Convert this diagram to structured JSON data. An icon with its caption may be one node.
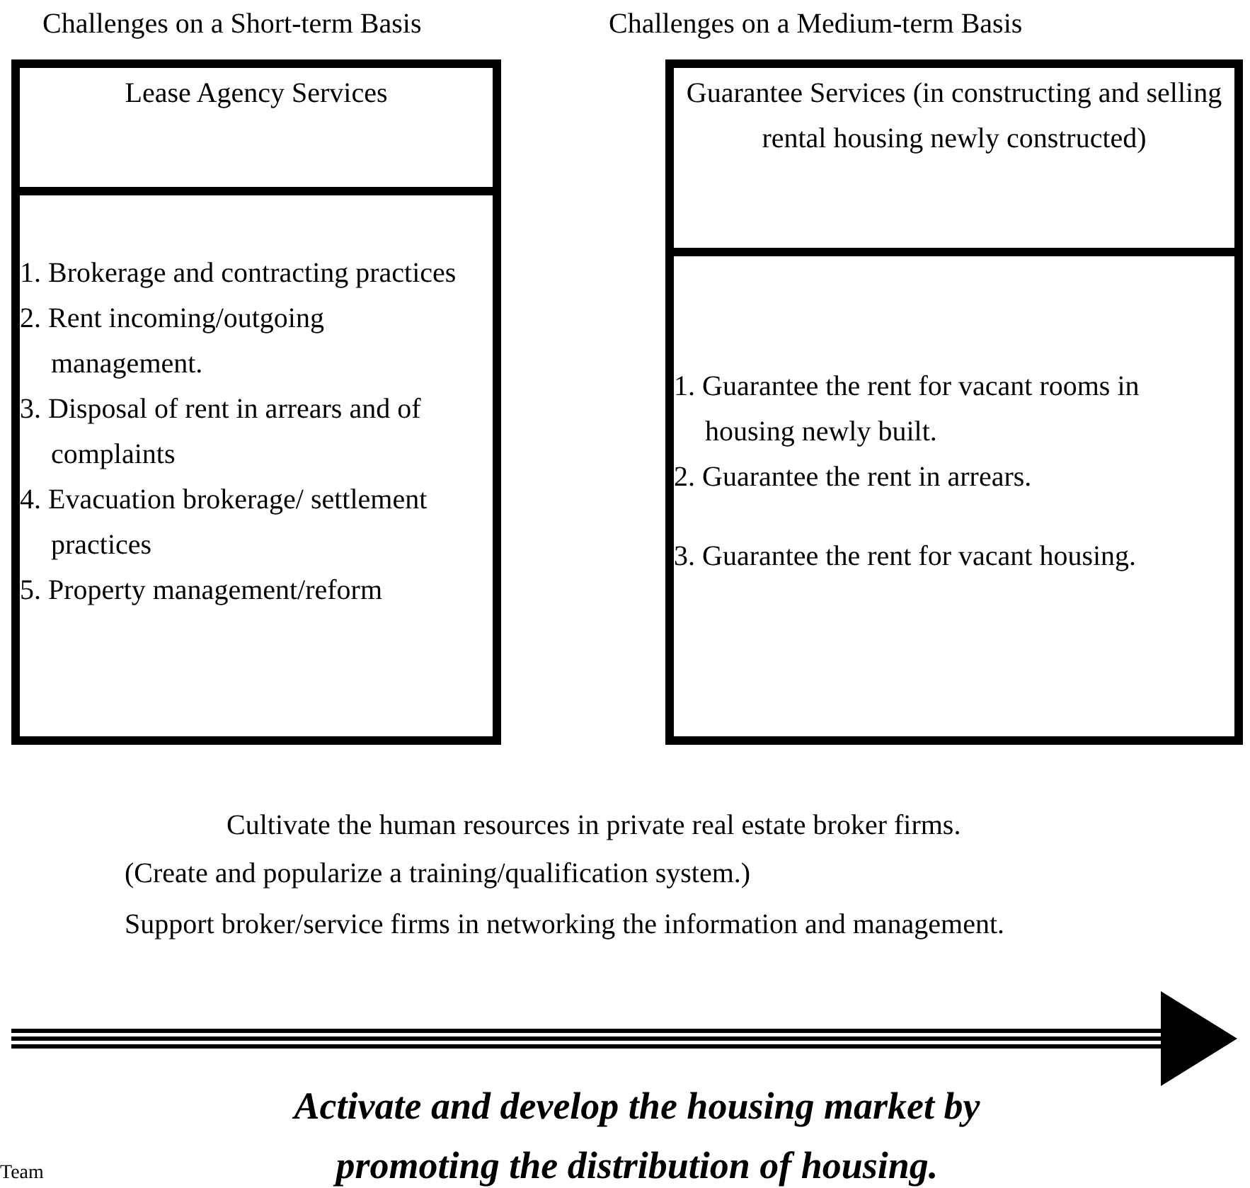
{
  "diagram": {
    "nodes": [
      {
        "text": [
          "Challenges on a Short-term Basis"
        ]
      },
      {
        "text": [
          "Lease Agency Services"
        ],
        "in": 0
      },
      {
        "text": [
          "1. Brokerage and contracting practices",
          "2. Rent incoming/outgoing management.",
          "3. Disposal of rent in arrears and of complaints",
          "4. Evacuation brokerage/ settlement practices",
          "5. Property management/reform"
        ],
        "in": 0
      },
      {
        "text": [
          "Challenges on a Medium-term Basis"
        ]
      },
      {
        "text": [
          "Guarantee Services (in constructing and selling rental housing newly constructed)"
        ],
        "in": 3
      },
      {
        "text": [
          "1. Guarantee the rent for vacant rooms in housing newly built.",
          "2. Guarantee the rent in arrears.",
          "3. Guarantee the rent for vacant housing."
        ],
        "in": 3
      }
    ],
    "labels": [
      "Cultivate the human resources in private real estate broker firms.",
      "(Create and popularize a training/qualification system.)",
      "Support broker/service firms in networking the information and management.",
      "Activate and develop the housing market by promoting the distribution of housing.",
      "Team"
    ]
  }
}
